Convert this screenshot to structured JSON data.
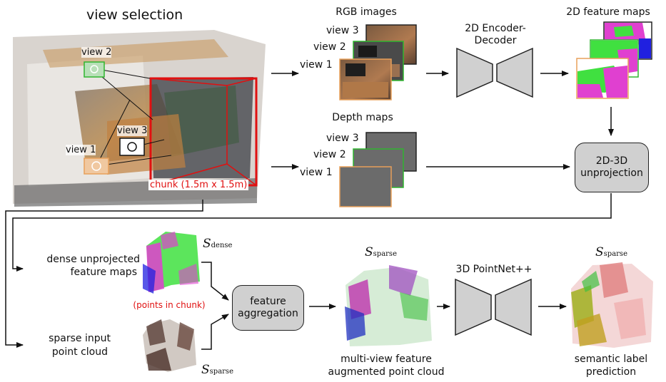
{
  "view_selection": {
    "title": "view selection",
    "camera_labels": [
      "view 2",
      "view 3",
      "view 1"
    ],
    "chunk_label": "chunk (1.5m x 1.5m)"
  },
  "rgb": {
    "title": "RGB images",
    "views": [
      "view 3",
      "view 2",
      "view 1"
    ]
  },
  "depth": {
    "title": "Depth maps",
    "views": [
      "view 3",
      "view 2",
      "view 1"
    ]
  },
  "encoder": {
    "label_line1": "2D Encoder-",
    "label_line2": "Decoder"
  },
  "feature_maps": {
    "title": "2D feature maps"
  },
  "unprojection": {
    "line1": "2D-3D",
    "line2": "unprojection"
  },
  "dense_block": {
    "line1": "dense unprojected",
    "line2": "feature maps",
    "symbol": "S",
    "subscript": "dense"
  },
  "sparse_block": {
    "line1": "sparse input",
    "line2": "point cloud",
    "symbol": "S",
    "subscript": "sparse"
  },
  "points_in_chunk": "(points in chunk)",
  "aggregation": {
    "line1": "feature",
    "line2": "aggregation"
  },
  "augmented": {
    "symbol": "S",
    "subscript": "sparse",
    "line1": "multi-view feature",
    "line2": "augmented point cloud"
  },
  "pointnet": {
    "label": "3D PointNet++"
  },
  "prediction": {
    "symbol": "S",
    "subscript": "sparse",
    "line1": "semantic label",
    "line2": "prediction"
  },
  "colors": {
    "view1": "#e8a05a",
    "view2": "#2fb52f",
    "view3": "#222222",
    "chunk": "#e01010",
    "module_fill": "#d0d0d0"
  }
}
